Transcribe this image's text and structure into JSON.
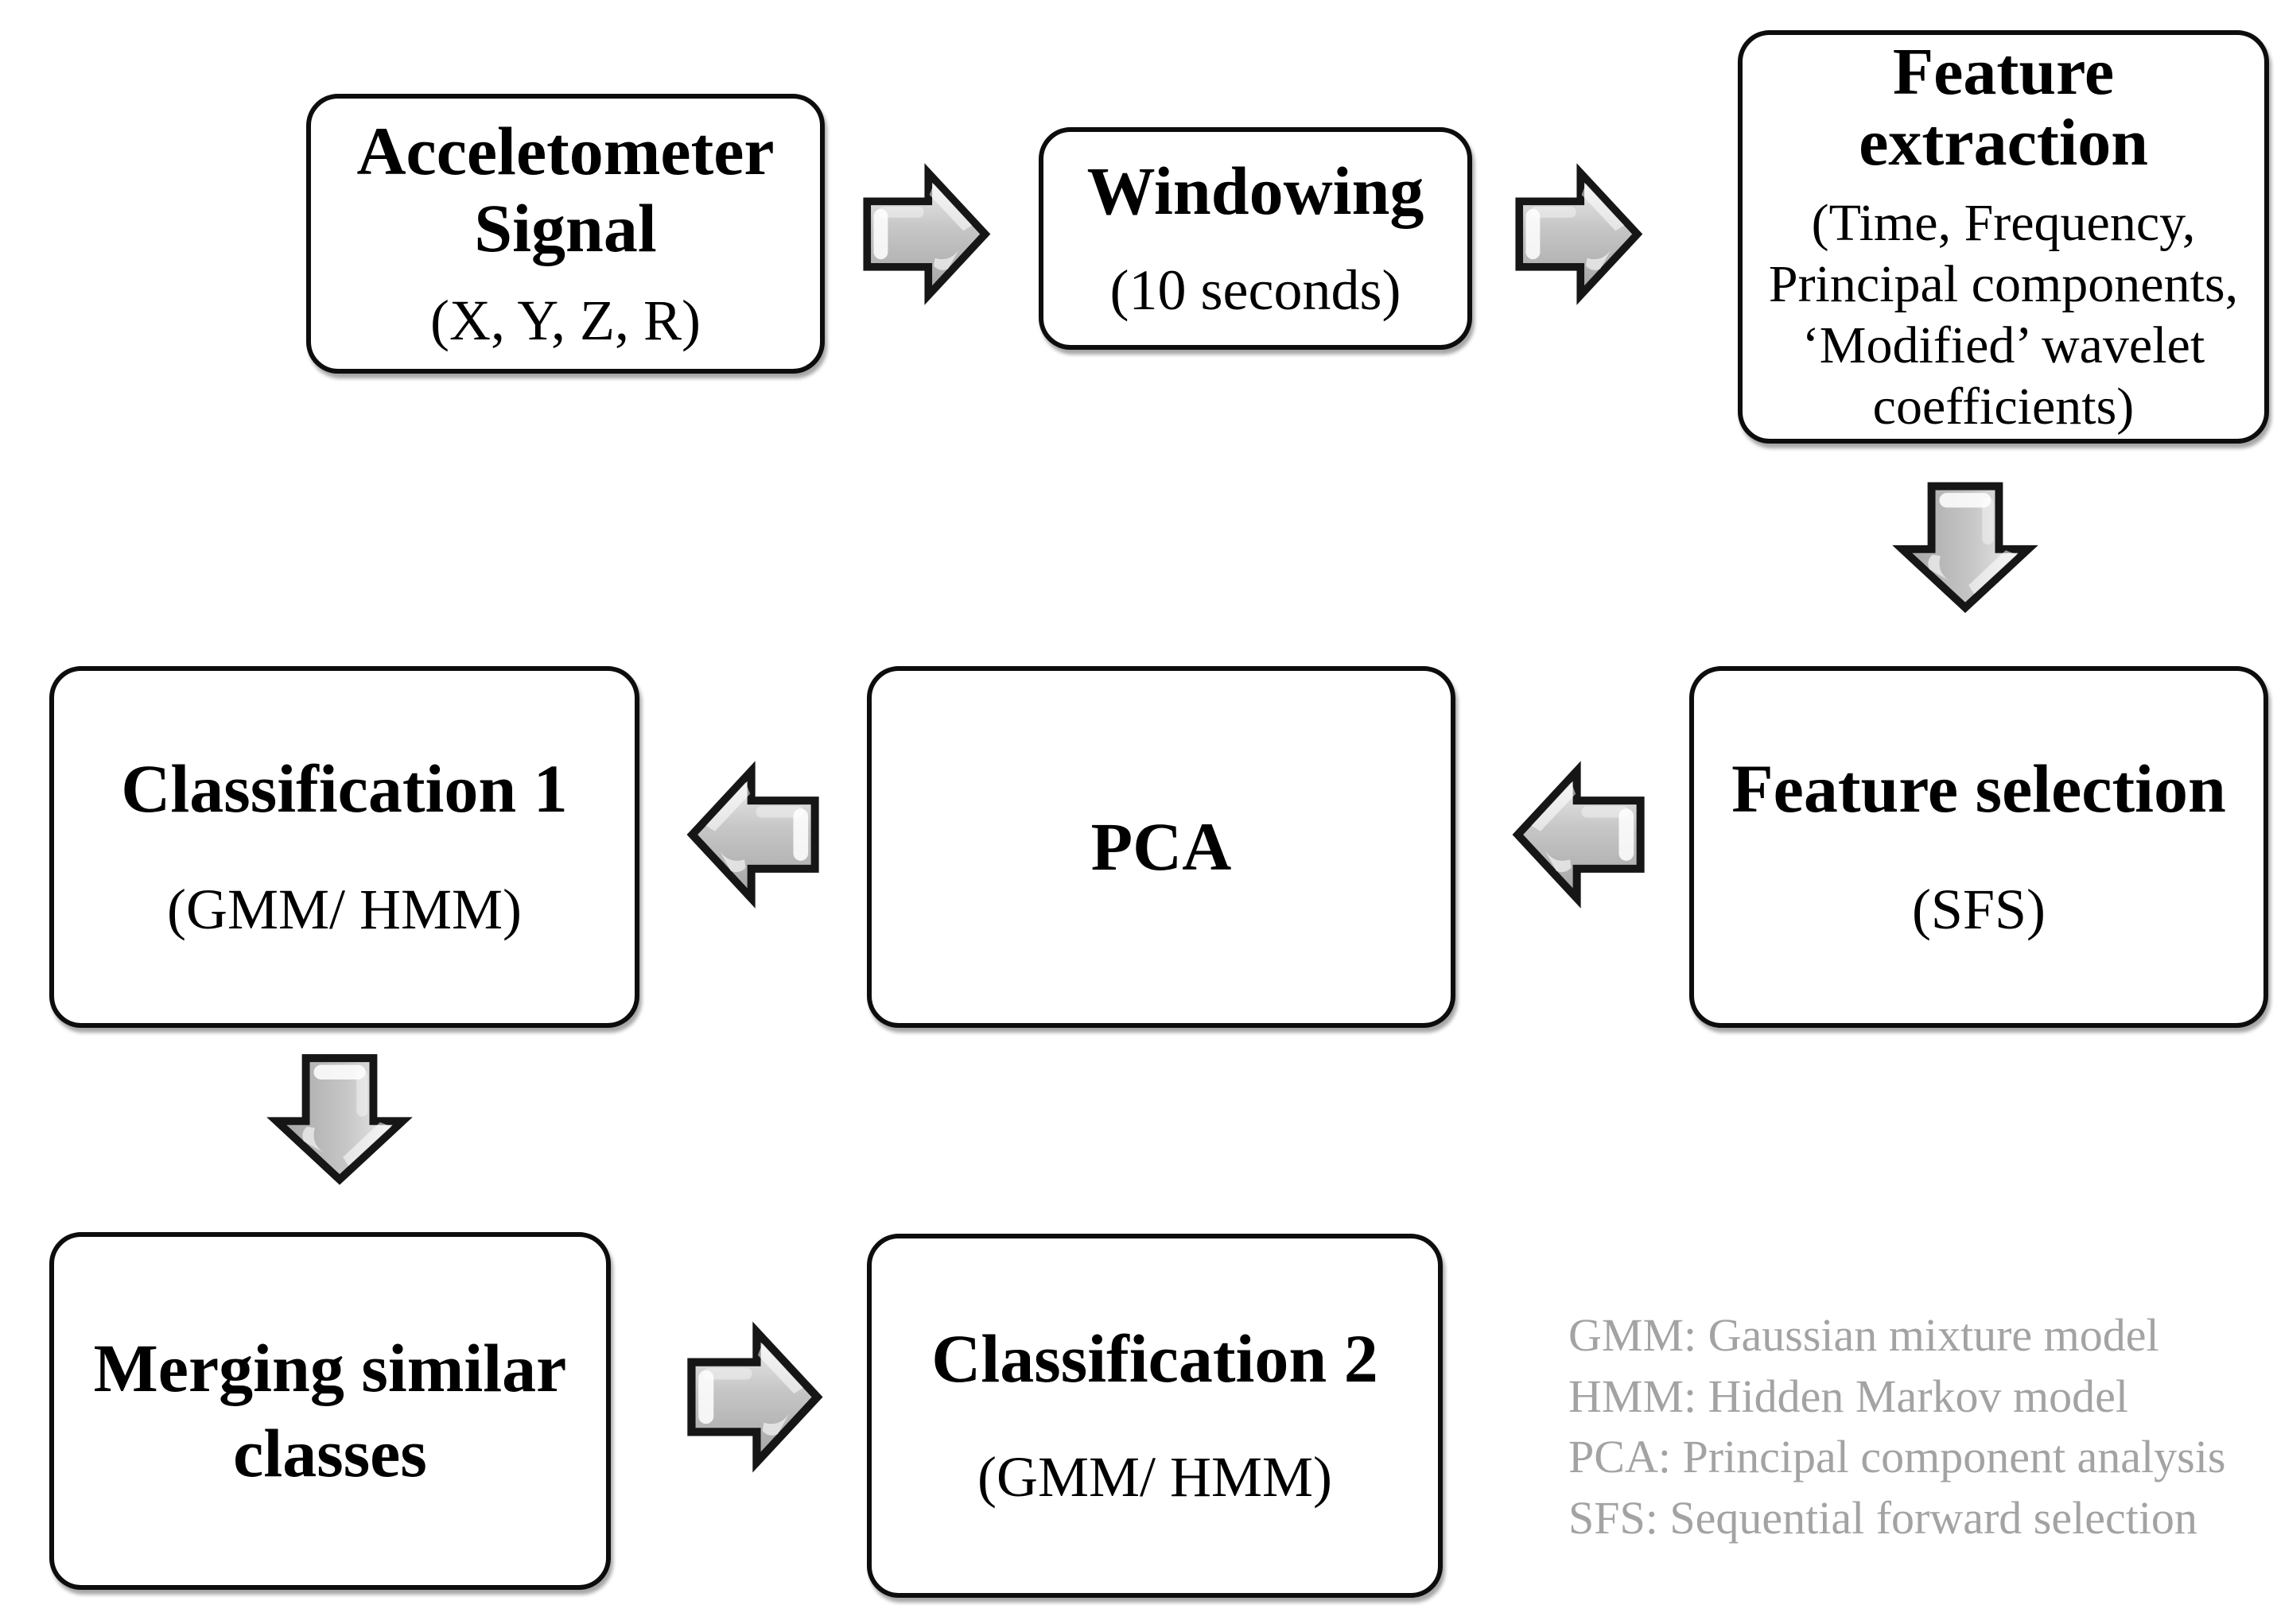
{
  "nodes": {
    "accelerometer": {
      "title": "Acceletometer\nSignal",
      "subtitle": "(X, Y, Z, R)"
    },
    "windowing": {
      "title": "Windowing",
      "subtitle": "(10 seconds)"
    },
    "feature_extraction": {
      "title": "Feature\nextraction",
      "subtitle": "(Time, Frequency,\nPrincipal components,\n‘Modified’ wavelet\ncoefficients)"
    },
    "feature_selection": {
      "title": "Feature selection",
      "subtitle": "(SFS)"
    },
    "pca": {
      "title": "PCA"
    },
    "classification_1": {
      "title": "Classification 1",
      "subtitle": "(GMM/ HMM)"
    },
    "merging": {
      "title": "Merging similar\nclasses"
    },
    "classification_2": {
      "title": "Classification 2",
      "subtitle": "(GMM/ HMM)"
    }
  },
  "legend": {
    "lines": [
      "GMM: Gaussian mixture model",
      "HMM: Hidden Markov model",
      "PCA: Principal component analysis",
      "SFS: Sequential forward selection"
    ]
  },
  "colors": {
    "box_fill": "#ffffff",
    "box_border": "#0d0d0d",
    "text": "#000000",
    "arrow_fill": "#c2c2c2",
    "arrow_outline": "#161616",
    "legend_text": "#a3a3a3",
    "background": "#ffffff"
  }
}
